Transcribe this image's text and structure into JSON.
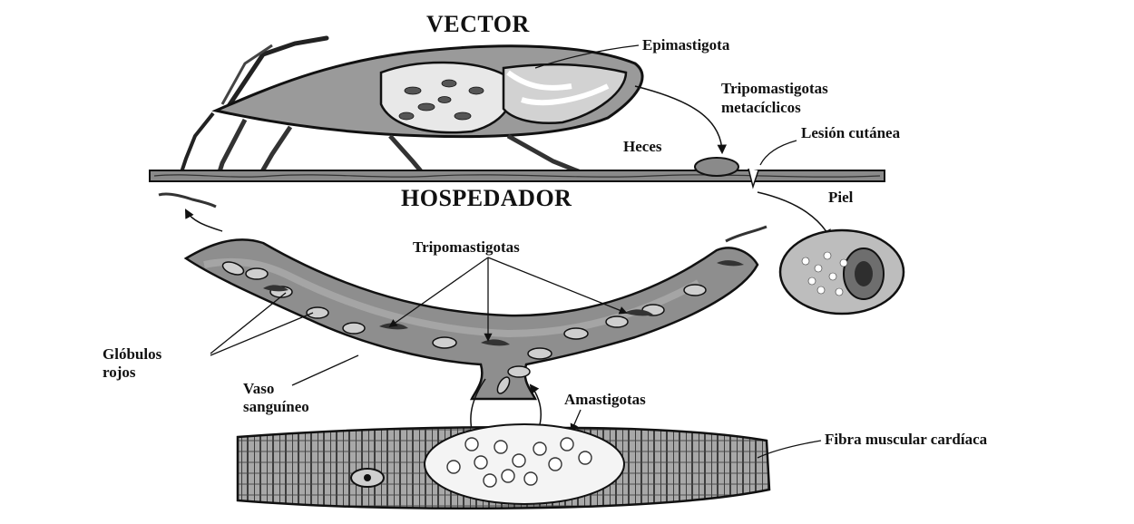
{
  "labels": {
    "vector": "VECTOR",
    "hospedador": "HOSPEDADOR",
    "epimastigota": "Epimastigota",
    "tripo_meta_1": "Tripomastigotas",
    "tripo_meta_2": "metacíclicos",
    "heces": "Heces",
    "lesion": "Lesión cutánea",
    "piel": "Piel",
    "tripomastigotas": "Tripomastigotas",
    "globulos_1": "Glóbulos",
    "globulos_2": "rojos",
    "vaso_1": "Vaso",
    "vaso_2": "sanguíneo",
    "amastigotas": "Amastigotas",
    "fibra": "Fibra muscular cardíaca"
  },
  "colors": {
    "ink": "#111111",
    "bug_fill": "#9a9a9a",
    "vessel_fill": "#8e8e8e",
    "vessel_inner": "#b8b8b8",
    "cell_fill": "#bdbdbd",
    "muscle_fill": "#a6a6a6"
  }
}
